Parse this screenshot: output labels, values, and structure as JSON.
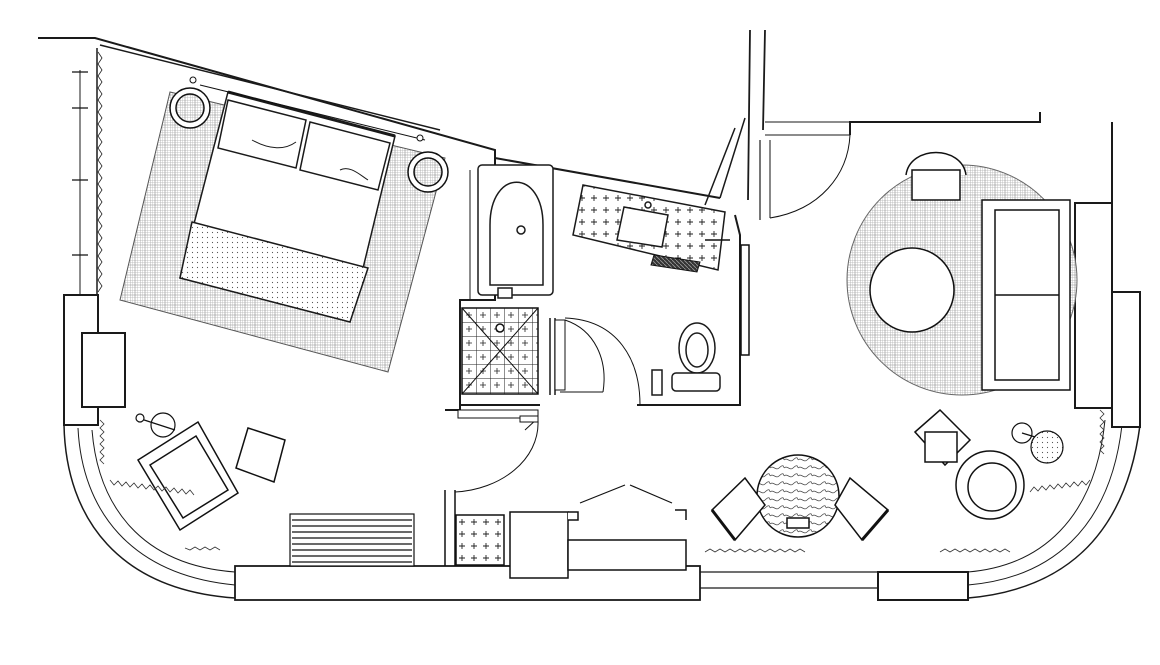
{
  "colors": {
    "line": "#1a1a1a",
    "hatch": "#7a7a7a",
    "fill": "#ffffff",
    "dark": "#2a2a2a"
  },
  "rooms": [
    "bedroom",
    "bathroom",
    "living-room",
    "entry"
  ],
  "icons": [
    "bed-icon",
    "nightstand-lamp-icon",
    "bathtub-icon",
    "vanity-sink-icon",
    "toilet-icon",
    "shower-icon",
    "door-swing-icon",
    "armchair-icon",
    "ottoman-icon",
    "sofa-icon",
    "round-rug-icon",
    "coffee-table-icon",
    "dining-table-icon",
    "dining-chair-icon",
    "floor-lamp-icon",
    "potted-plant-icon",
    "radiator-icon",
    "curtain-icon",
    "window-icon"
  ]
}
